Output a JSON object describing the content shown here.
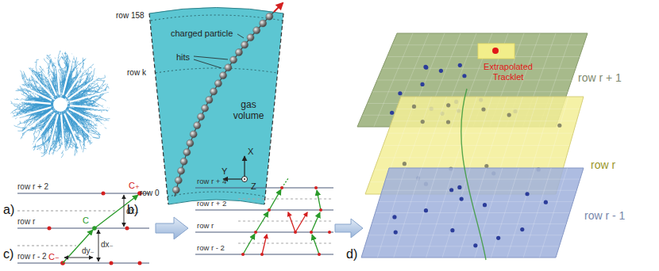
{
  "diagram": {
    "labels": [
      "row 158",
      "charged particle",
      "hits",
      "row k",
      "gas volume",
      "X",
      "Y",
      "Z",
      "row 0",
      "a)",
      "b)",
      "row r + 2",
      "C₊",
      "dx₊",
      "row r",
      "C",
      "dx₋",
      "dy₋",
      "C₋",
      "row r - 2",
      "row r + 4",
      "row r + 2",
      "row r",
      "row r - 2",
      "c)",
      "Extrapolated Tracklet",
      "row r + 1",
      "row r",
      "row r - 1",
      "d)"
    ]
  }
}
